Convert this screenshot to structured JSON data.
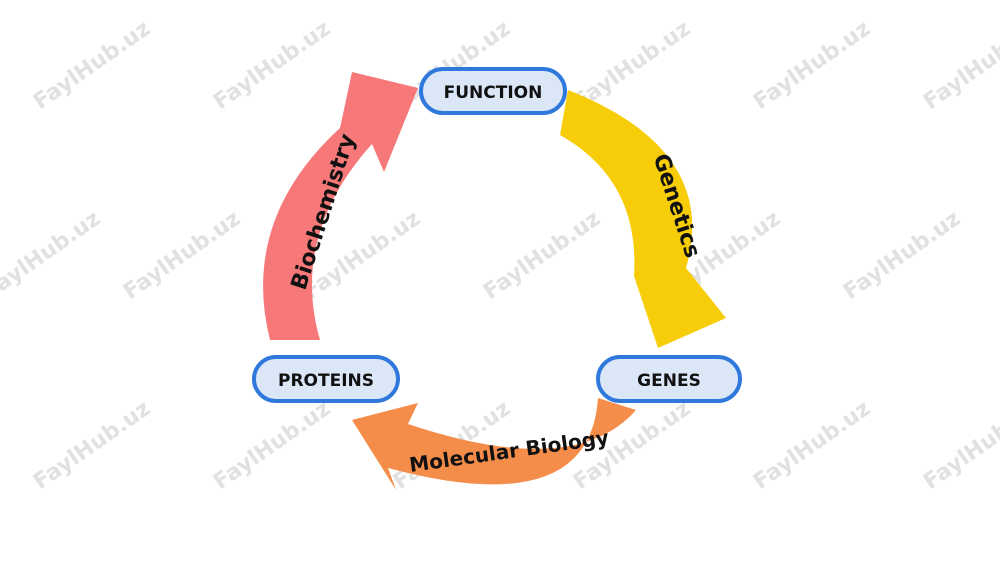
{
  "diagram": {
    "nodes": {
      "function": "FUNCTION",
      "genes": "GENES",
      "proteins": "PROTEINS"
    },
    "arrows": {
      "genetics": "Genetics",
      "molecular_biology": "Molecular Biology",
      "biochemistry": "Biochemistry"
    },
    "colors": {
      "node_fill": "#dbe6f7",
      "node_stroke": "#2f78dc",
      "genetics": "#f7cd0a",
      "molecular_biology": "#f58d4a",
      "biochemistry": "#f77878"
    }
  },
  "watermark": {
    "text": "FaylHub.uz"
  }
}
